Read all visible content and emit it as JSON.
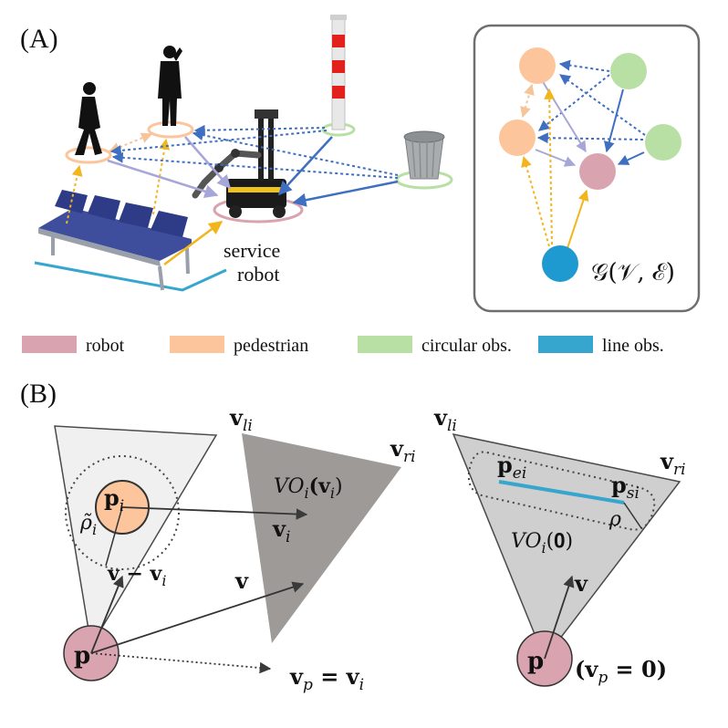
{
  "panel_a": {
    "label": "(A)",
    "robot_caption_line1": "service",
    "robot_caption_line2": "robot",
    "graph_label": "𝒢(𝒱, ℰ)"
  },
  "legend": [
    {
      "name": "legend-robot",
      "color": "#d9a3af",
      "label": "robot"
    },
    {
      "name": "legend-pedestrian",
      "color": "#fcc59c",
      "label": "pedestrian"
    },
    {
      "name": "legend-circular-obs",
      "color": "#b8e0a4",
      "label": "circular obs."
    },
    {
      "name": "legend-line-obs",
      "color": "#36a6cf",
      "label": "line obs."
    }
  ],
  "panel_b": {
    "label": "(B)",
    "left": {
      "v_li": "v",
      "v_li_sub": "li",
      "v_ri": "v",
      "v_ri_sub": "ri",
      "p_i": "p",
      "p_i_sub": "i",
      "rho_i": "ρ̃",
      "rho_i_sub": "i",
      "vo": "VO",
      "vo_sub": "i",
      "vo_arg": "(v",
      "vo_arg_sub": "i",
      "vo_close": ")",
      "v_i": "v",
      "v_i_sub": "i",
      "v_minus_vi": "v − v",
      "v_minus_vi_sub": "i",
      "v": "v",
      "p": "p",
      "vp": "v",
      "vp_sub": "p",
      "vp_eq": " = v",
      "vp_eq_sub": "i"
    },
    "right": {
      "v_li": "v",
      "v_li_sub": "li",
      "v_ri": "v",
      "v_ri_sub": "ri",
      "p_ei": "p",
      "p_ei_sub": "ei",
      "p_si": "p",
      "p_si_sub": "si",
      "rho": "ρ",
      "vo": "VO",
      "vo_sub": "i",
      "vo_arg": "(𝟎)",
      "v": "v",
      "p": "p",
      "vp_open": "(v",
      "vp_sub": "p",
      "vp_close": " = 𝟎)"
    }
  },
  "colors": {
    "robot": "#d9a3af",
    "pedestrian": "#fcc59c",
    "circular": "#b8e0a4",
    "line": "#36a6cf",
    "orange_arrow": "#f2b61c",
    "purple_arrow": "#a7a6d8",
    "blue_arrow": "#3e6fc0",
    "vo_dark": "#9e9a98",
    "vo_light": "#f0f0f0",
    "vo_mid": "#cfcfcf"
  },
  "icons": [
    "person-walking-silhouette",
    "person-standing-silhouette",
    "striped-bollard",
    "trash-can",
    "bench",
    "service-robot"
  ]
}
